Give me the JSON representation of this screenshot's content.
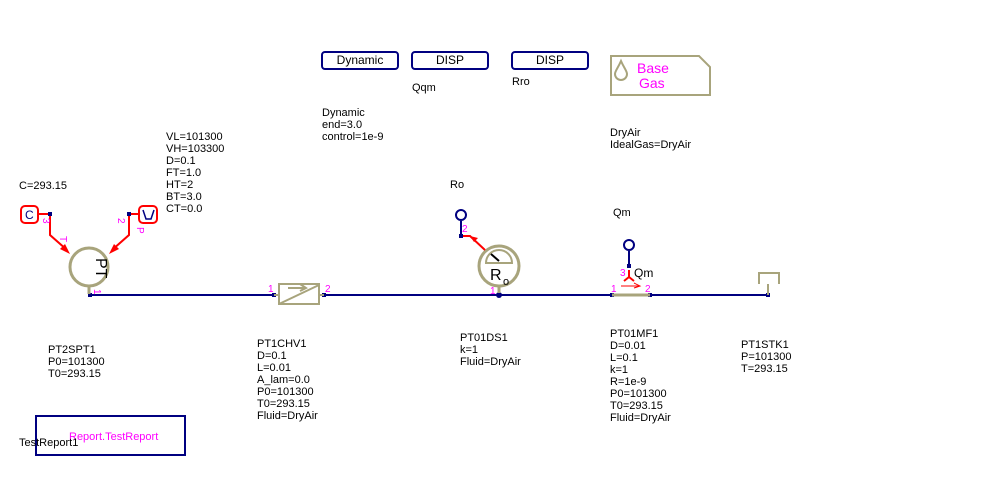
{
  "controls": {
    "dynamic_button": "Dynamic",
    "disp1_button": "DISP",
    "disp2_button": "DISP"
  },
  "dynamic_params": [
    "Dynamic",
    "end=3.0",
    "control=1e-9"
  ],
  "disp1_label": "Qqm",
  "disp2_label": "Rro",
  "base_gas": {
    "line1": "Base",
    "line2": "Gas",
    "params": [
      "DryAir",
      "IdealGas=DryAir"
    ]
  },
  "pt_params": [
    "VL=101300",
    "VH=103300",
    "D=0.1",
    "FT=1.0",
    "HT=2",
    "BT=3.0",
    "CT=0.0"
  ],
  "const_label": "C=293.15",
  "const_icon_text": "C",
  "pt_symbol": "PT",
  "ro_label": "Ro",
  "ro_symbol": "R",
  "ro_sub": "o",
  "qm_label": "Qm",
  "qm_port_label": "Qm",
  "ports": {
    "p1": "1",
    "p2": "2",
    "p3": "3",
    "t": "T",
    "p": "P"
  },
  "components": [
    {
      "name": "PT2SPT1",
      "params": [
        "P0=101300",
        "T0=293.15"
      ]
    },
    {
      "name": "PT1CHV1",
      "params": [
        "D=0.1",
        "L=0.01",
        "A_lam=0.0",
        "P0=101300",
        "T0=293.15",
        "Fluid=DryAir"
      ]
    },
    {
      "name": "PT01DS1",
      "params": [
        "k=1",
        "Fluid=DryAir"
      ]
    },
    {
      "name": "PT01MF1",
      "params": [
        "D=0.01",
        "L=0.1",
        "k=1",
        "R=1e-9",
        "P0=101300",
        "T0=293.15",
        "Fluid=DryAir"
      ]
    },
    {
      "name": "PT1STK1",
      "params": [
        "P=101300",
        "T=293.15"
      ]
    }
  ],
  "report": {
    "label": "Report.TestReport",
    "name": "TestReport1"
  },
  "colors": {
    "wire": "#000080",
    "signal": "#ff0000",
    "component": "#a8a47c",
    "port_label": "#ff00ff"
  }
}
